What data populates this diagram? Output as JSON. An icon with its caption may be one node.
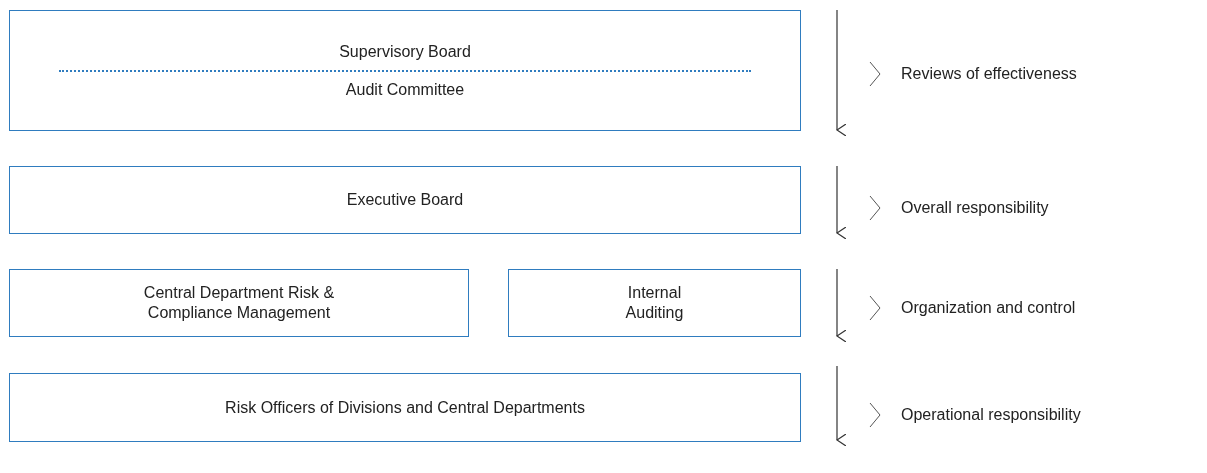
{
  "diagram": {
    "nodes": [
      {
        "text": [
          "Supervisory Board",
          "Audit Committee"
        ]
      },
      {
        "text": [
          "Executive Board"
        ]
      },
      {
        "text": [
          "Central Department Risk & Compliance Management"
        ]
      },
      {
        "text": [
          "Internal Auditing"
        ]
      },
      {
        "text": [
          "Risk Officers of Divisions and Central Departments"
        ]
      }
    ],
    "labels": [
      "Reviews of effectiveness",
      "Overall responsibility",
      "Organization and control",
      "Operational responsibility"
    ]
  }
}
